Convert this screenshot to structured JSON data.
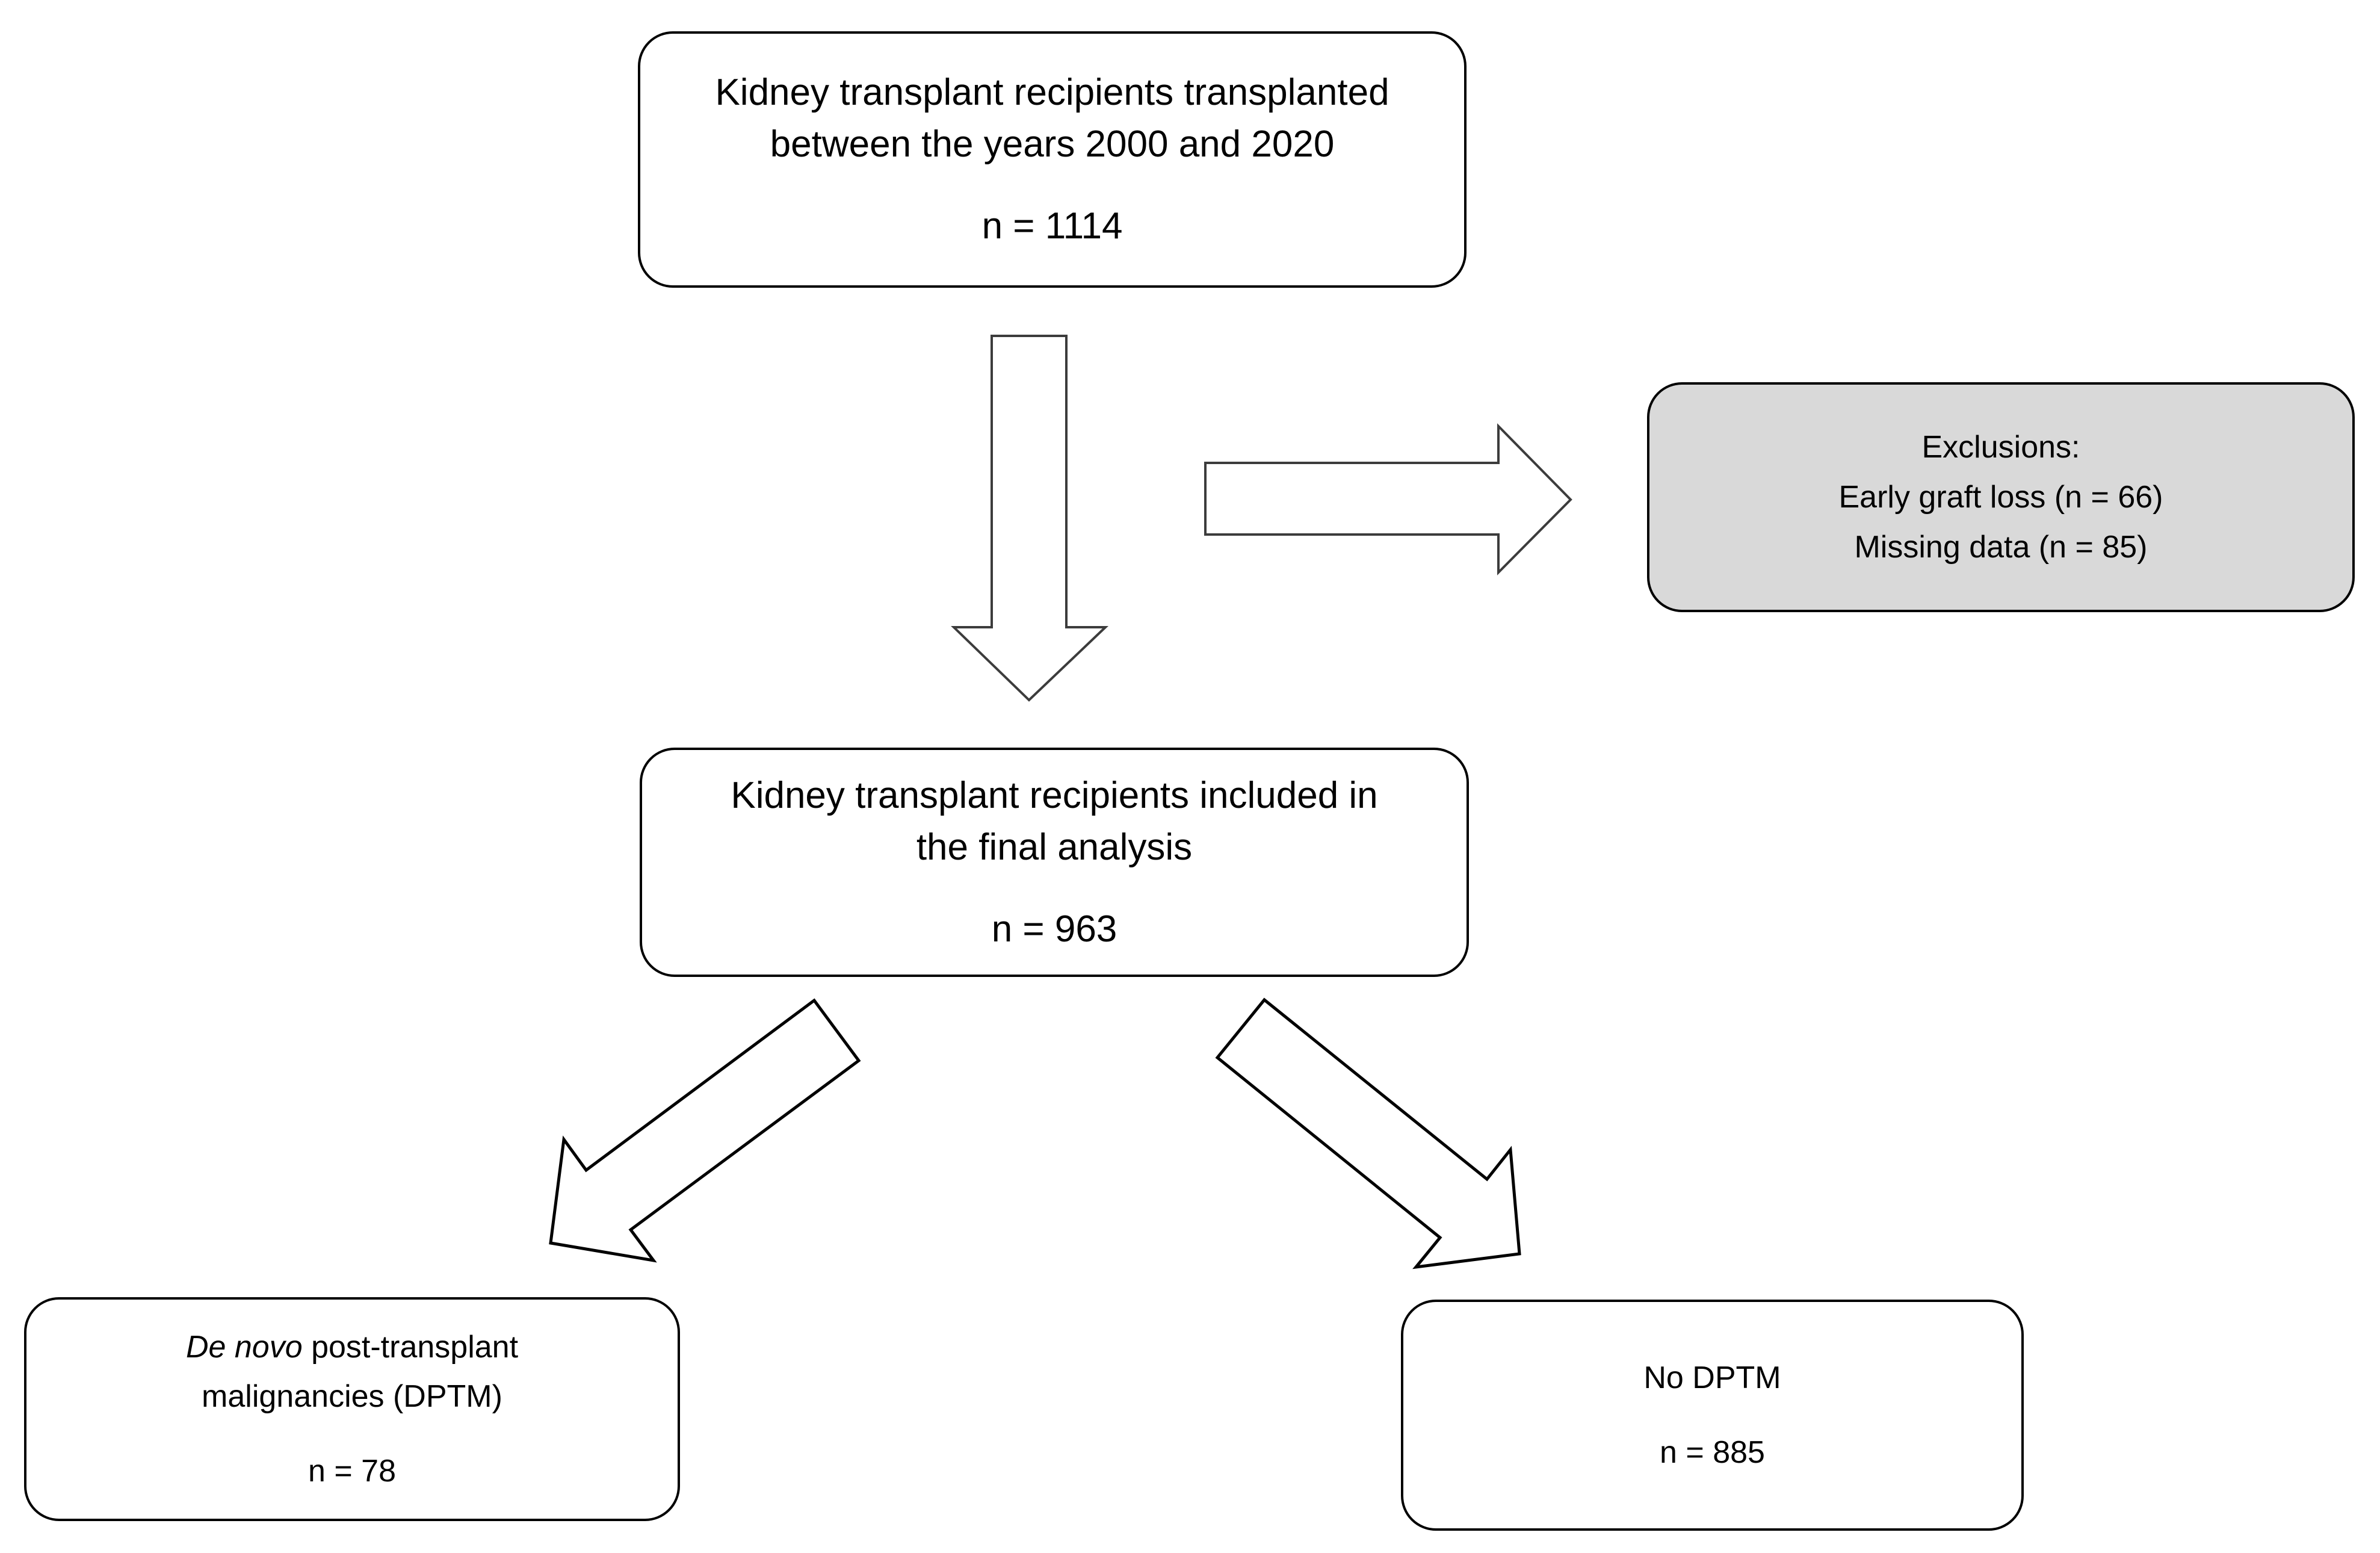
{
  "figure": {
    "type": "flow-diagram",
    "colors": {
      "background": "#ffffff",
      "node_fill": "#ffffff",
      "node_border": "#000000",
      "exclusion_fill": "#d9d9d9",
      "arrow_fill": "#ffffff",
      "arrow_outline": "#3c3c3c",
      "diagonal_arrow_outline": "#000000",
      "text": "#000000"
    }
  },
  "nodes": {
    "initial": {
      "line1": "Kidney transplant recipients transplanted",
      "line2": "between the years 2000 and 2020",
      "n": "n = 1114"
    },
    "exclusions": {
      "title": "Exclusions:",
      "item1": "Early graft loss (n = 66)",
      "item2": "Missing data (n = 85)"
    },
    "final": {
      "line1": "Kidney transplant recipients included in",
      "line2": "the final analysis",
      "n": "n = 963"
    },
    "dptm": {
      "line1_italic": "De novo",
      "line1_rest": " post-transplant",
      "line2": "malignancies (DPTM)",
      "n": "n = 78"
    },
    "no_dptm": {
      "line1": "No DPTM",
      "n": "n = 885"
    }
  },
  "edges": [
    {
      "from": "initial",
      "to": "final",
      "type": "down-block-arrow"
    },
    {
      "from": "initial",
      "to": "exclusions",
      "type": "right-block-arrow"
    },
    {
      "from": "final",
      "to": "dptm",
      "type": "down-left-block-arrow"
    },
    {
      "from": "final",
      "to": "no_dptm",
      "type": "down-right-block-arrow"
    }
  ]
}
